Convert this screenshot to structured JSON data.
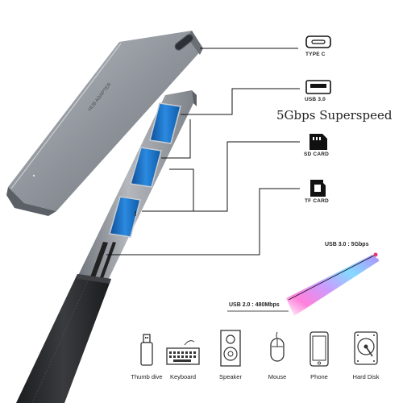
{
  "ports": {
    "type_c": "TYPE C",
    "usb3": "USB 3.0",
    "sd": "SD CARD",
    "tf": "TF CARD"
  },
  "headline": "5Gbps Superspeed",
  "speeds": {
    "usb3": "USB 3.0 : 5Gbps",
    "usb2": "USB 2.0 : 480Mbps"
  },
  "devices": [
    {
      "label": "Thumb dive",
      "icon": "usb-drive-icon"
    },
    {
      "label": "Keyboard",
      "icon": "keyboard-icon"
    },
    {
      "label": "Speaker",
      "icon": "speaker-icon"
    },
    {
      "label": "Mouse",
      "icon": "mouse-icon"
    },
    {
      "label": "Phone",
      "icon": "phone-icon"
    },
    {
      "label": "Hard Disk",
      "icon": "hard-disk-icon"
    }
  ],
  "colors": {
    "hub_body": "#8e939a",
    "usb_blue": "#1f78d1",
    "leather": "#2a2b2d",
    "line": "#111111"
  }
}
